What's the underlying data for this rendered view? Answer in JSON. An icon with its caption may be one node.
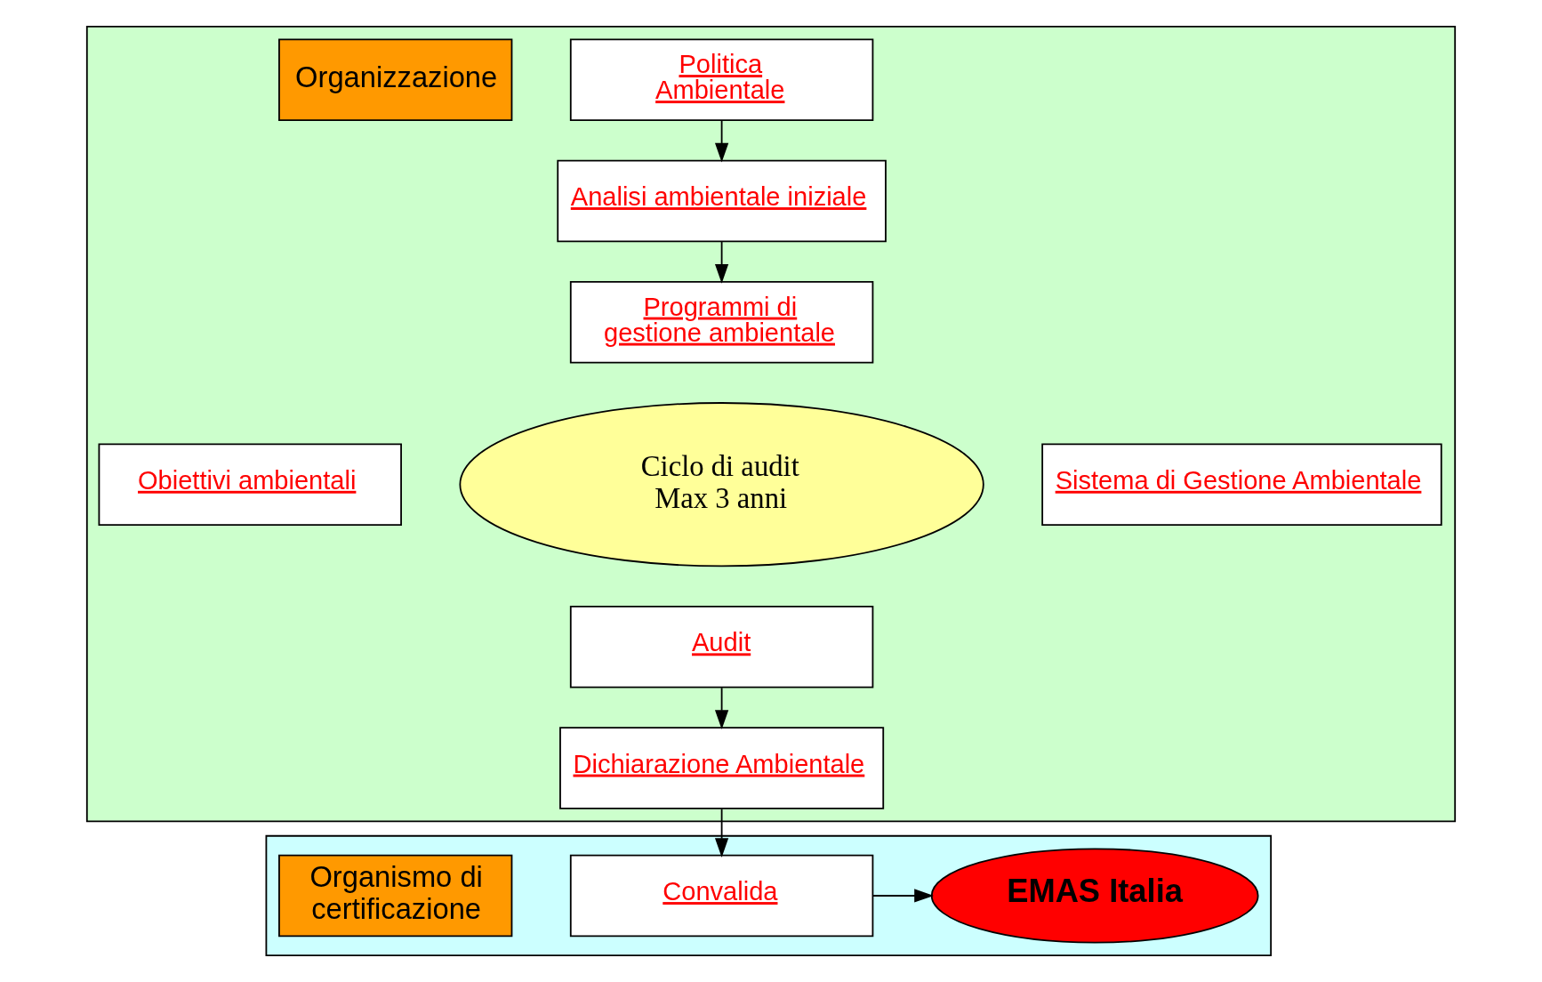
{
  "diagram": {
    "nodes": [
      {
        "text": [],
        "shape": "box"
      },
      {
        "text": [
          "Organizzazione"
        ],
        "in": 0
      },
      {
        "text": [
          "Politica Ambientale"
        ],
        "in": 0
      },
      {
        "text": [
          "Analisi ambientale iniziale"
        ],
        "in": 0
      },
      {
        "text": [
          "Programmi di gestione ambientale"
        ],
        "in": 0
      },
      {
        "text": [
          "Obiettivi ambientali"
        ],
        "in": 0
      },
      {
        "text": [
          "Ciclo di audit Max 3 anni"
        ],
        "in": 0
      },
      {
        "text": [
          "Sistema di Gestione Ambientale"
        ],
        "in": 0
      },
      {
        "text": [
          "Audit"
        ],
        "in": 0
      },
      {
        "text": [
          "Dichiarazione Ambientale"
        ],
        "in": 0
      },
      {
        "text": [],
        "shape": "box"
      },
      {
        "text": [
          "Organismo di certificazione"
        ],
        "in": 10
      },
      {
        "text": [
          "Convalida"
        ],
        "in": 10
      },
      {
        "text": [
          "EMAS Italia"
        ],
        "in": 10
      }
    ],
    "edges": [
      {
        "from": 2,
        "to": 3,
        "arrow": "to"
      },
      {
        "from": 3,
        "to": 4,
        "arrow": "to"
      },
      {
        "from": 8,
        "to": 9,
        "arrow": "to"
      },
      {
        "from": 9,
        "to": 12,
        "arrow": "to"
      },
      {
        "from": 12,
        "to": 13,
        "arrow": "to"
      }
    ]
  }
}
